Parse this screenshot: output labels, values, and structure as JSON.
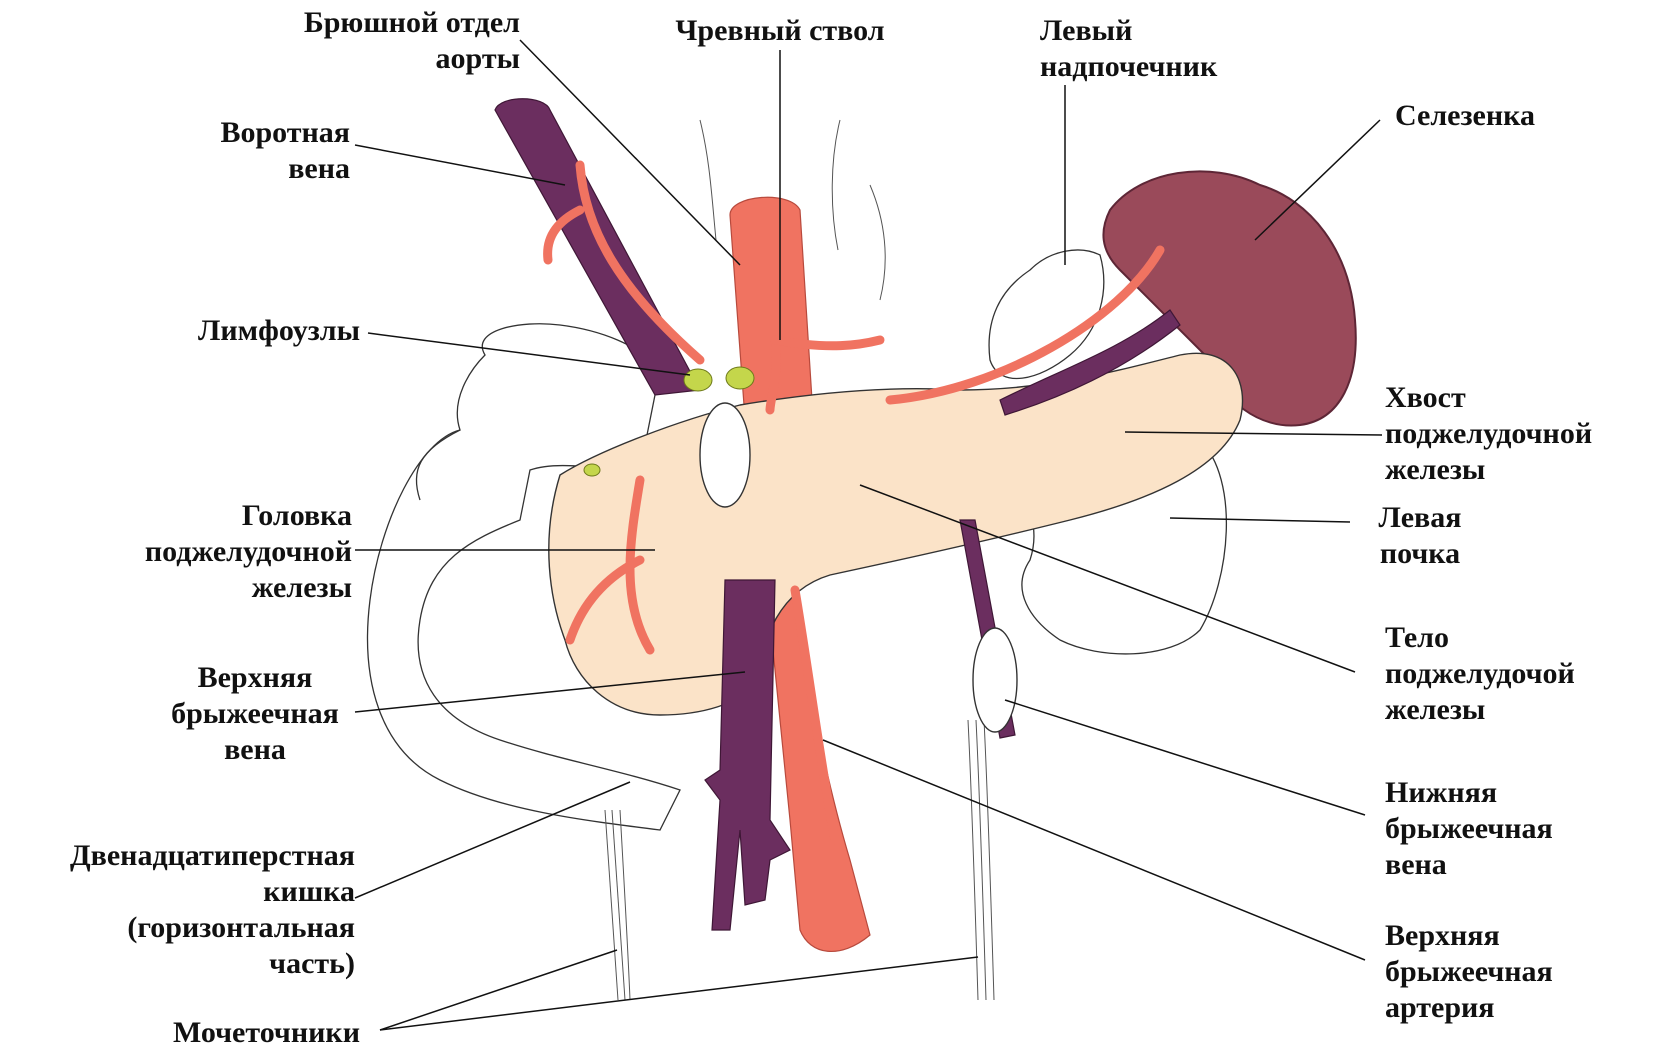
{
  "colors": {
    "artery": "#f07361",
    "vein": "#6b2e5f",
    "pancreas": "#fbe3c8",
    "spleen": "#9a4a5a",
    "lymph": "#c4d64b",
    "outline": "#333333",
    "leader": "#111111"
  },
  "labels": {
    "aorta": [
      "Брюшной отдел",
      "аорты"
    ],
    "celiac": [
      "Чревный ствол"
    ],
    "adrenal": [
      "Левый",
      "надпочечник"
    ],
    "spleen": [
      "Селезенка"
    ],
    "portal": [
      "Воротная",
      "вена"
    ],
    "lymph": [
      "Лимфоузлы"
    ],
    "tail": [
      "Хвост",
      "поджелудочной",
      "железы"
    ],
    "head": [
      "Головка",
      "поджелудочной",
      "железы"
    ],
    "kidney": [
      "Левая",
      "почка"
    ],
    "body": [
      "Тело",
      "поджелудочой",
      "железы"
    ],
    "smv": [
      "Верхняя",
      "брыжеечная",
      "вена"
    ],
    "imv": [
      "Нижняя",
      "брыжеечная",
      "вена"
    ],
    "duodenum": [
      "Двенадцатиперстная",
      "кишка",
      "(горизонтальная",
      "часть)"
    ],
    "sma": [
      "Верхняя",
      "брыжеечная",
      "артерия"
    ],
    "ureters": [
      "Мочеточники"
    ]
  }
}
